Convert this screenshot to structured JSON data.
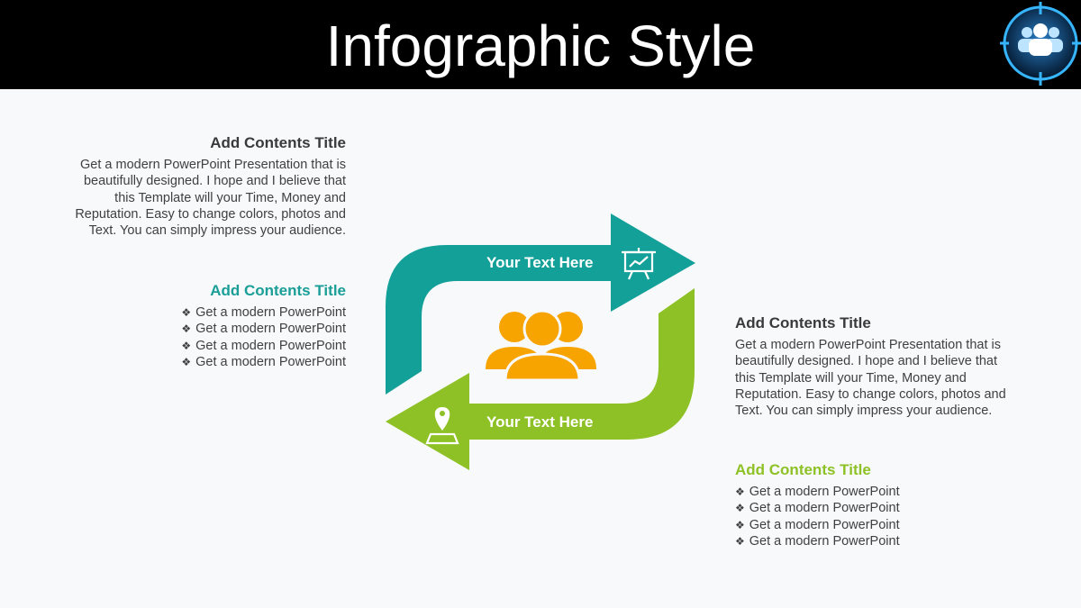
{
  "slide": {
    "title": "Infographic Style"
  },
  "diagram": {
    "top_arrow_label": "Your Text Here",
    "bottom_arrow_label": "Your Text Here",
    "top_color": "#13a099",
    "bottom_color": "#8ec125",
    "center_icon_color": "#f7a400"
  },
  "left_top": {
    "title": "Add Contents Title",
    "body_lines": [
      "Get a modern PowerPoint  Presentation that is",
      "beautifully designed. I hope and I believe that",
      "this Template will your Time, Money and",
      "Reputation. Easy to change colors, photos and",
      "Text. You can simply impress your audience."
    ]
  },
  "left_bottom": {
    "title": "Add Contents Title",
    "bullets": [
      "Get a modern PowerPoint",
      "Get a modern PowerPoint",
      "Get a modern PowerPoint",
      "Get a modern PowerPoint"
    ]
  },
  "right_top": {
    "title": "Add Contents Title",
    "body_lines": [
      "Get a modern PowerPoint  Presentation that is",
      "beautifully designed. I hope and I believe that",
      "this Template will your Time, Money and",
      "Reputation. Easy to change colors, photos and",
      "Text. You can simply impress your audience."
    ]
  },
  "right_bottom": {
    "title": "Add Contents Title",
    "bullets": [
      "Get a modern PowerPoint",
      "Get a modern PowerPoint",
      "Get a modern PowerPoint",
      "Get a modern PowerPoint"
    ]
  }
}
